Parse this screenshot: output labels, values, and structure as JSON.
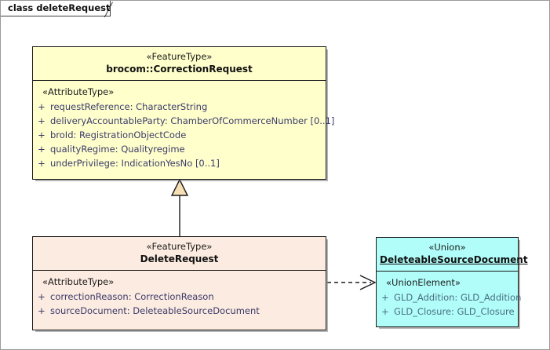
{
  "diagram": {
    "tab_label": "class deleteRequest",
    "colors": {
      "feature_type_fill": "#ffffcc",
      "subclass_fill": "#fcebe0",
      "union_fill": "#b0fdf9",
      "border": "#1a1a1a",
      "attribute_text": "#3b3b6b",
      "union_attribute_text": "#4a6f82",
      "generalization_arrow_fill": "#f6dfb4"
    },
    "classes": [
      {
        "id": "correction-request",
        "stereotype": "«FeatureType»",
        "name": "brocom::CorrectionRequest",
        "attribute_stereotype": "«AttributeType»",
        "attributes": [
          {
            "visibility": "+",
            "text": "requestReference: CharacterString"
          },
          {
            "visibility": "+",
            "text": "deliveryAccountableParty: ChamberOfCommerceNumber [0..1]"
          },
          {
            "visibility": "+",
            "text": "broId: RegistrationObjectCode"
          },
          {
            "visibility": "+",
            "text": "qualityRegime: Qualityregime"
          },
          {
            "visibility": "+",
            "text": "underPrivilege: IndicationYesNo [0..1]"
          }
        ]
      },
      {
        "id": "delete-request",
        "stereotype": "«FeatureType»",
        "name": "DeleteRequest",
        "attribute_stereotype": "«AttributeType»",
        "attributes": [
          {
            "visibility": "+",
            "text": "correctionReason: CorrectionReason"
          },
          {
            "visibility": "+",
            "text": "sourceDocument: DeleteableSourceDocument"
          }
        ]
      },
      {
        "id": "deleteable-source-document",
        "stereotype": "«Union»",
        "name": "DeleteableSourceDocument",
        "attribute_stereotype": "«UnionElement»",
        "attributes": [
          {
            "visibility": "+",
            "text": "GLD_Addition: GLD_Addition"
          },
          {
            "visibility": "+",
            "text": "GLD_Closure: GLD_Closure"
          }
        ]
      }
    ],
    "connectors": [
      {
        "id": "generalization",
        "type": "generalization",
        "from": "delete-request",
        "to": "correction-request",
        "style": "solid-hollow-triangle"
      },
      {
        "id": "dependency",
        "type": "dependency",
        "from": "delete-request",
        "to": "deleteable-source-document",
        "style": "dashed-open-arrow"
      }
    ]
  }
}
